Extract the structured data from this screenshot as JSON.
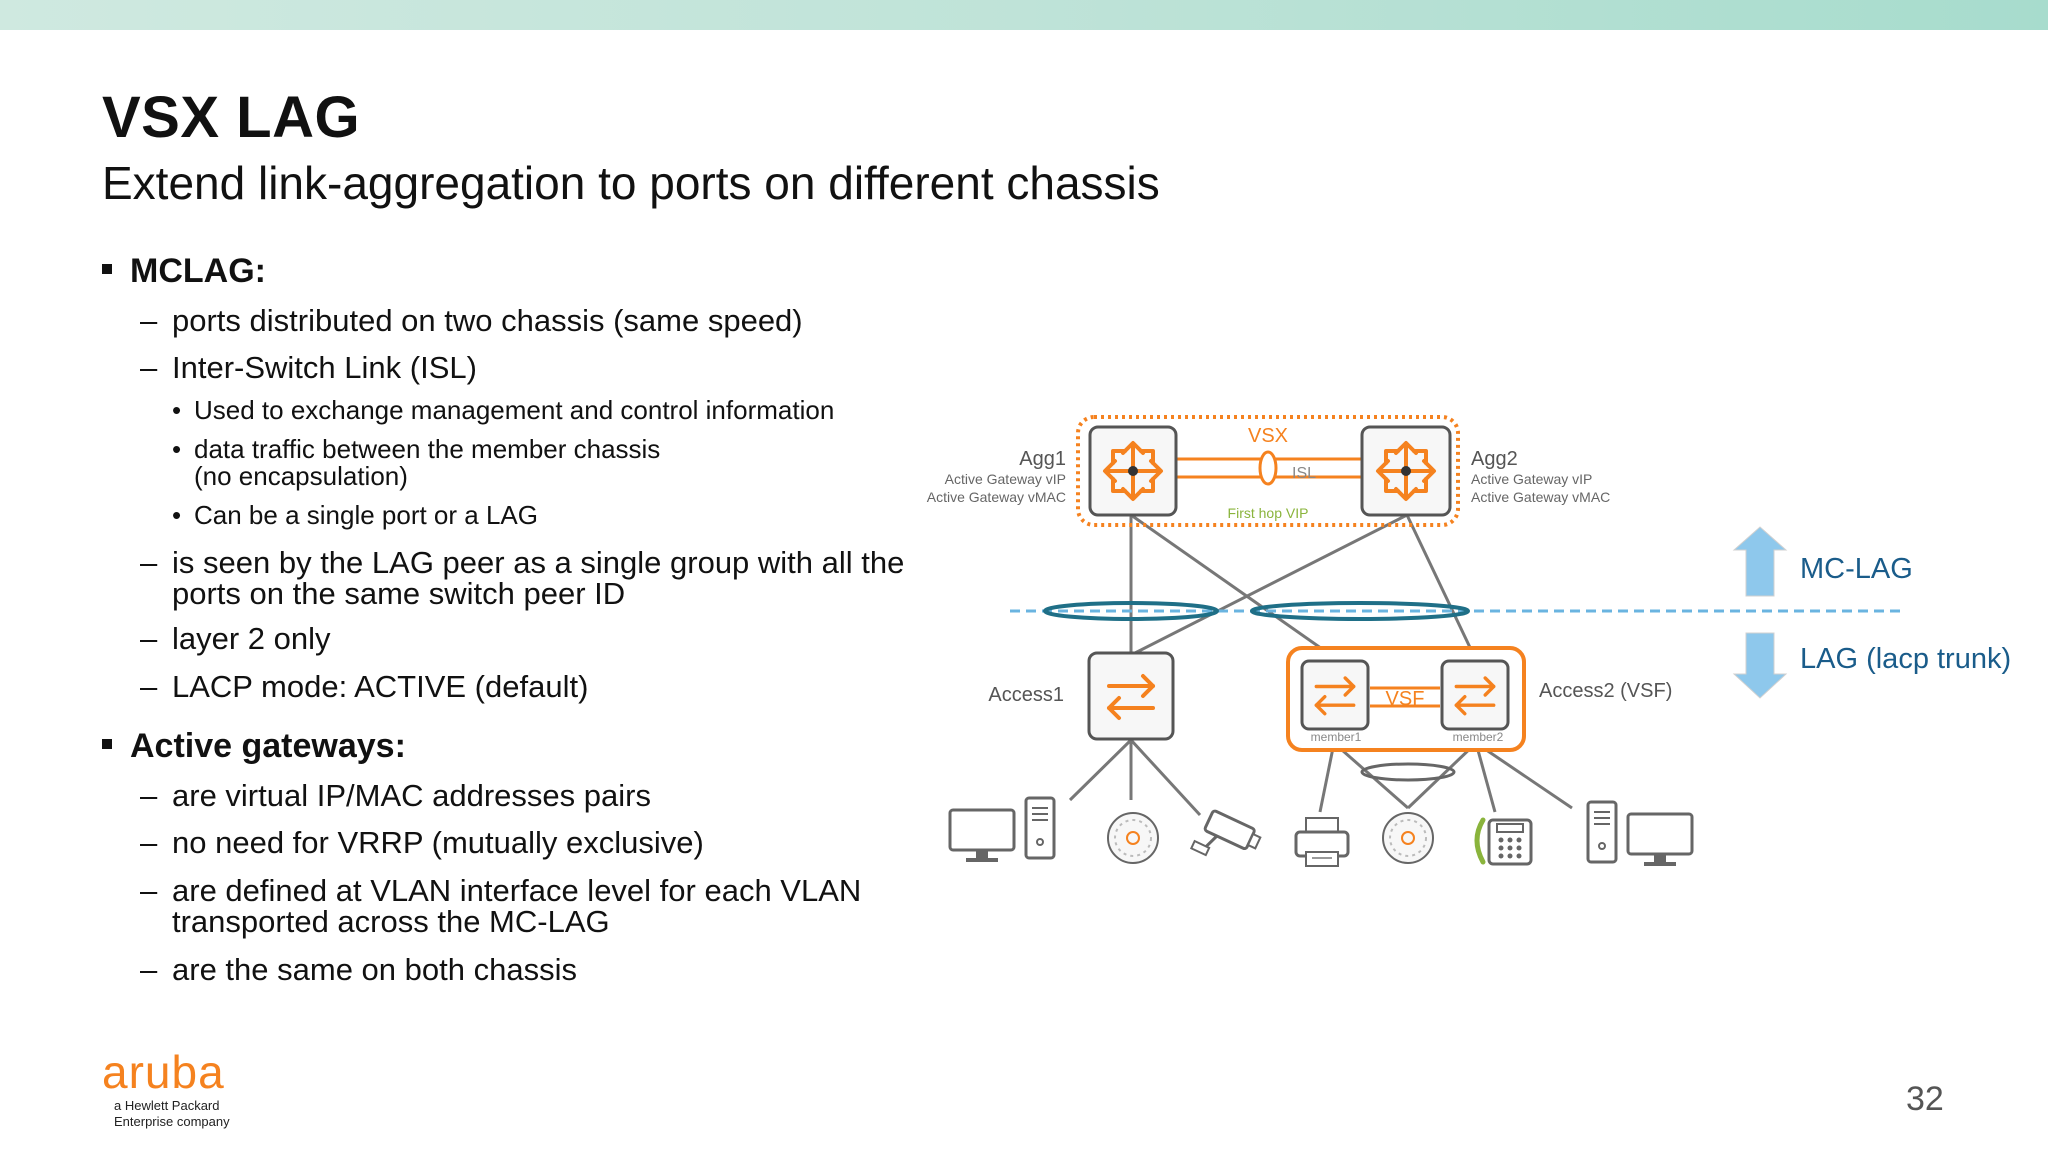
{
  "slide": {
    "title": "VSX LAG",
    "subtitle": "Extend link-aggregation to ports on different chassis",
    "page_number": "32"
  },
  "bullets": {
    "mclag": {
      "heading": "MCLAG:",
      "items": [
        "ports distributed on two chassis (same speed)",
        "Inter-Switch Link (ISL)",
        "is seen by the LAG peer as a single group with all the ports on the same switch peer ID",
        "layer 2 only",
        "LACP mode: ACTIVE (default)"
      ],
      "isl_subitems": [
        "Used to exchange management and control information",
        "data traffic between the member chassis (no encapsulation)",
        "Can be a single port or a LAG"
      ]
    },
    "gateways": {
      "heading": "Active gateways:",
      "items": [
        "are virtual IP/MAC addresses pairs",
        "no need for VRRP (mutually exclusive)",
        "are defined at VLAN interface level for each VLAN transported across the MC-LAG",
        "are the same on both chassis"
      ]
    },
    "dash": "–",
    "dot": "•"
  },
  "diagram": {
    "vsx_label": "VSX",
    "isl_label": "ISL",
    "first_hop_vip": "First hop VIP",
    "agg1": {
      "name": "Agg1",
      "line1": "Active Gateway vIP",
      "line2": "Active Gateway vMAC"
    },
    "agg2": {
      "name": "Agg2",
      "line1": "Active Gateway vIP",
      "line2": "Active Gateway vMAC"
    },
    "access1": "Access1",
    "access2": "Access2 (VSF)",
    "vsf_label": "VSF",
    "member1": "member1",
    "member2": "member2",
    "mclag_label": "MC-LAG",
    "lag_label": "LAG (lacp trunk)",
    "colors": {
      "orange": "#f5821f",
      "teal": "#1f6f87",
      "dashed": "#6ab4e0",
      "arrow": "#8ec8ec",
      "gray": "#6b6b6b",
      "label_blue": "#1a5c8a",
      "vip_green": "#8ab43c"
    },
    "icons": [
      "switch-router-icon",
      "switch-icon",
      "desktop-monitor-icon",
      "server-tower-icon",
      "access-point-icon",
      "security-camera-icon",
      "printer-icon",
      "ip-phone-icon"
    ]
  },
  "logo": {
    "word": "aruba",
    "line1": "a Hewlett Packard",
    "line2": "Enterprise company"
  }
}
